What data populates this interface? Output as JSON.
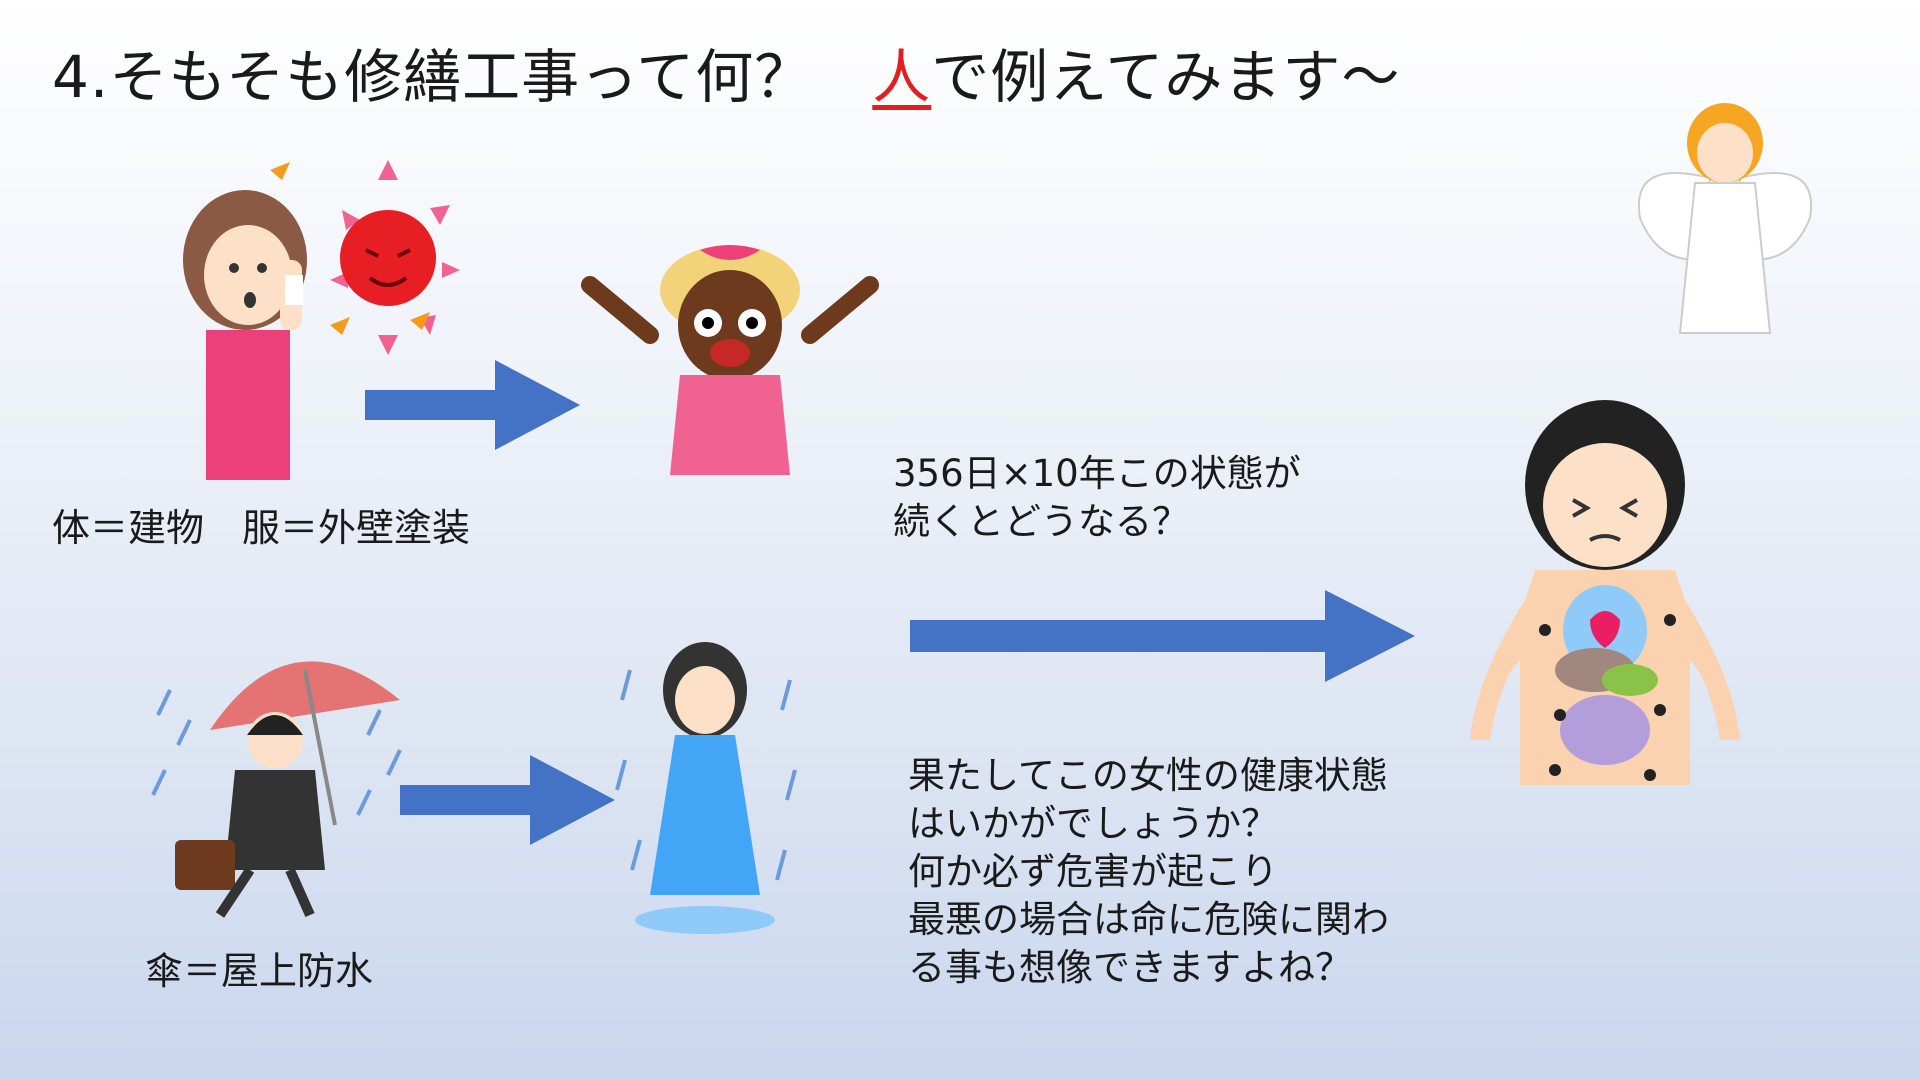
{
  "title": {
    "prefix": "4.そもそも修繕工事って何？　",
    "highlight": "人",
    "suffix": "で例えてみます～"
  },
  "captions": {
    "body_clothes": "体＝建物　服＝外壁塗装",
    "umbrella": "傘＝屋上防水"
  },
  "middle_text": "356日×10年この状態が\n続くとどうなる？",
  "bottom_text": "果たしてこの女性の健康状態\nはいかがでしょうか？\n何か必ず危害が起こり\n最悪の場合は命に危険に関わ\nる事も想像できますよね？",
  "colors": {
    "arrow": "#4472c4",
    "highlight": "#e02020"
  }
}
